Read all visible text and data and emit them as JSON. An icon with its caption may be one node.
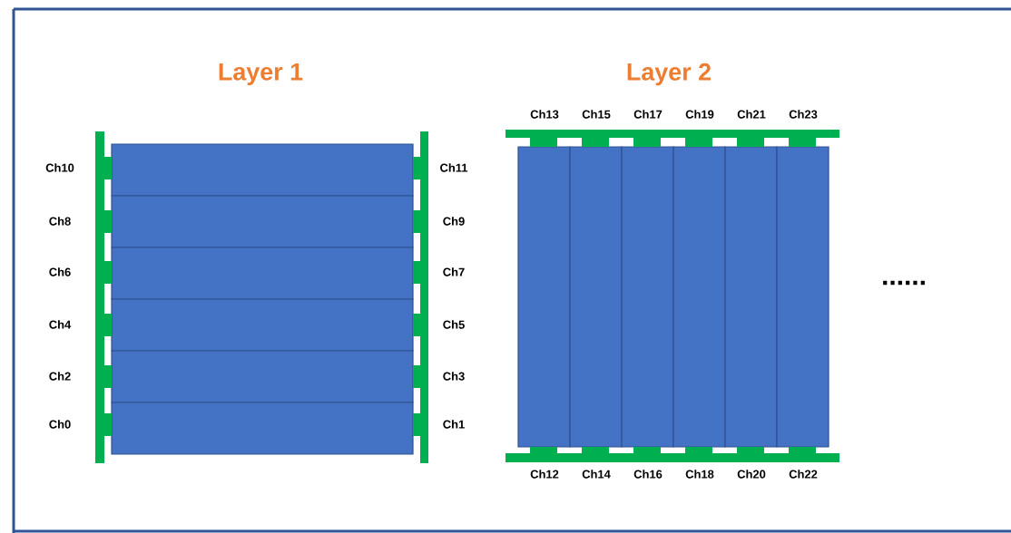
{
  "diagram": {
    "labels": [
      "Layer 1",
      "Layer 2",
      "Ch13",
      "Ch15",
      "Ch17",
      "Ch19",
      "Ch21",
      "Ch23",
      "Ch10",
      "Ch11",
      "Ch8",
      "Ch9",
      "Ch6",
      "Ch7",
      "......",
      "Ch4",
      "Ch5",
      "Ch2",
      "Ch3",
      "Ch0",
      "Ch1",
      "Ch12",
      "Ch14",
      "Ch16",
      "Ch18",
      "Ch20",
      "Ch22"
    ]
  }
}
